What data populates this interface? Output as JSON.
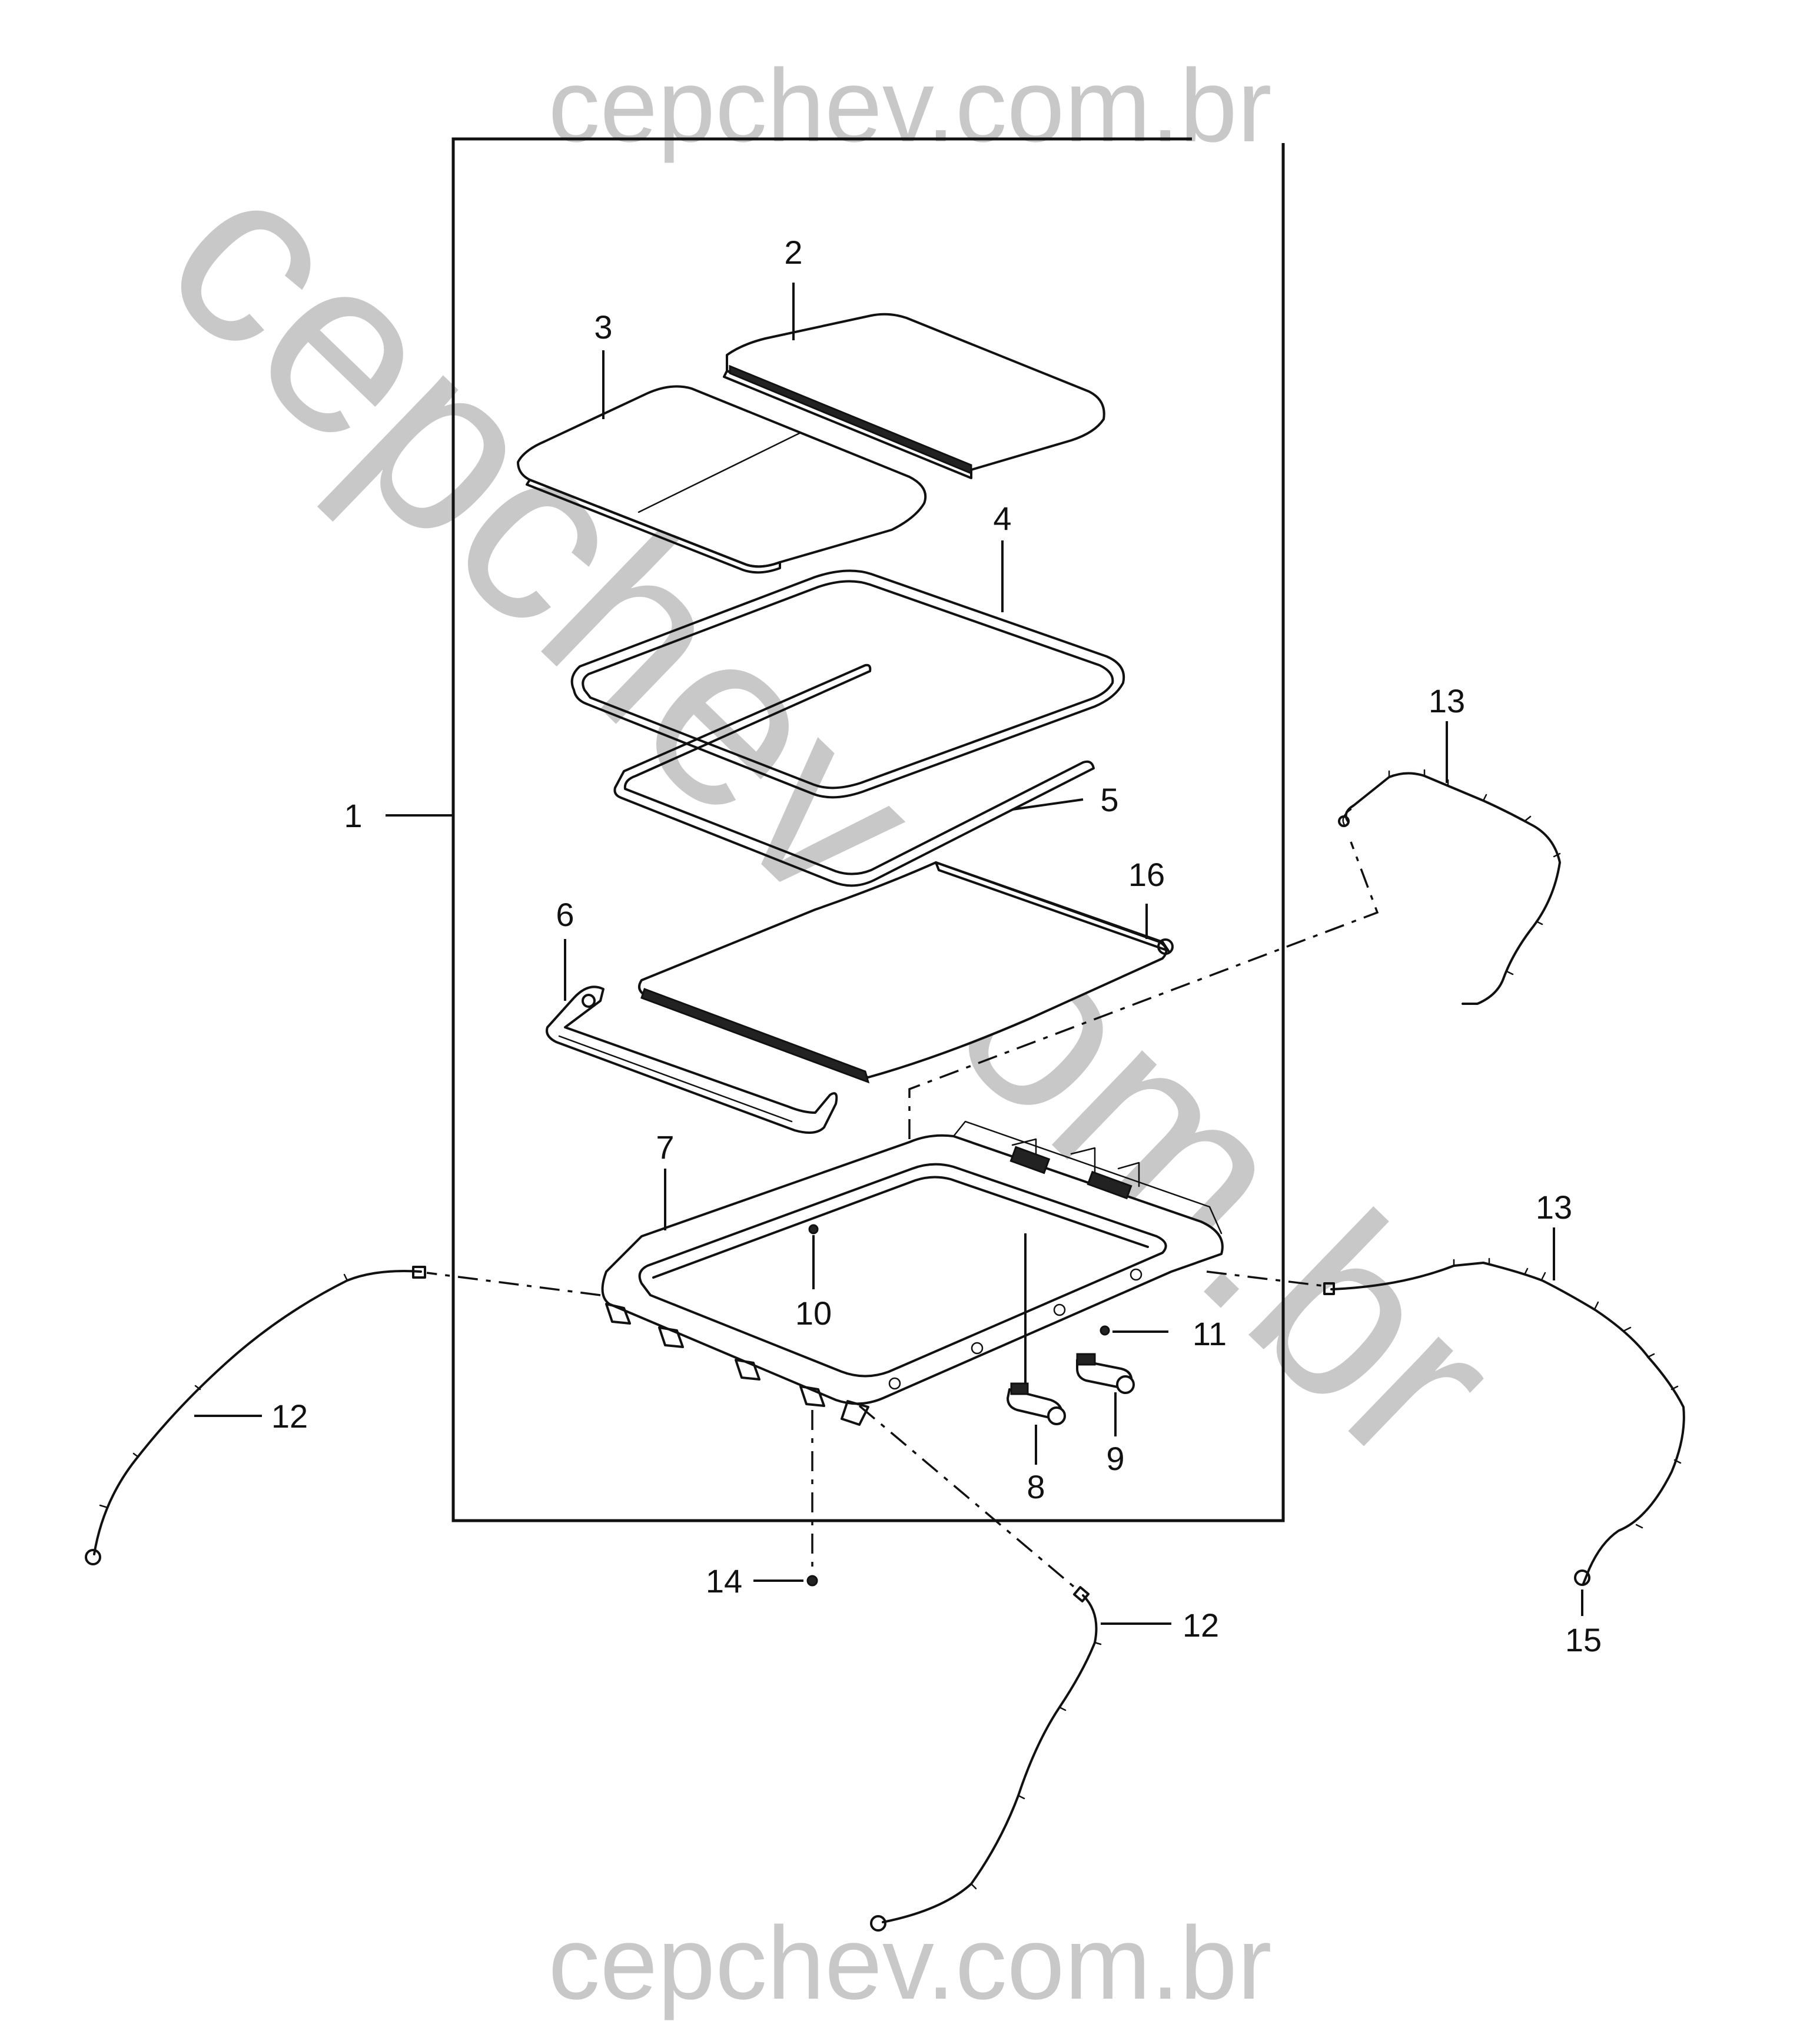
{
  "watermark": {
    "top_text": "cepchev.com.br",
    "bottom_text": "cepchev.com.br",
    "diagonal_text": "cepchev.com.br",
    "color": "#c8c8c8"
  },
  "callouts": {
    "c1": "1",
    "c2": "2",
    "c3": "3",
    "c4": "4",
    "c5": "5",
    "c6": "6",
    "c7": "7",
    "c8": "8",
    "c9": "9",
    "c10": "10",
    "c11": "11",
    "c12a": "12",
    "c12b": "12",
    "c13a": "13",
    "c13b": "13",
    "c14": "14",
    "c15": "15",
    "c16": "16"
  },
  "colors": {
    "line": "#111111",
    "background": "#ffffff"
  }
}
